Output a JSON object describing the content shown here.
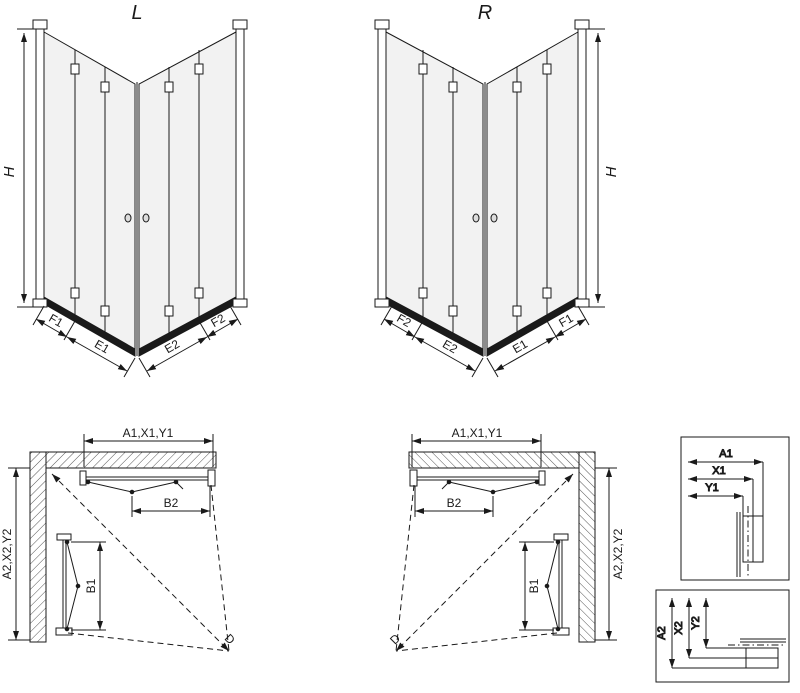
{
  "colors": {
    "line": "#1a1a1a",
    "glass": "#f2f2f2",
    "background": "#ffffff"
  },
  "iso_views": {
    "left": {
      "label": "L",
      "height_dim": "H",
      "bottom_dims": [
        "F1",
        "E1",
        "E2",
        "F2"
      ]
    },
    "right": {
      "label": "R",
      "height_dim": "H",
      "bottom_dims": [
        "F2",
        "E2",
        "E1",
        "F1"
      ]
    }
  },
  "plan_views": {
    "left": {
      "width_dim": "A1,X1,Y1",
      "depth_dim": "A2,X2,Y2",
      "door_width_dim": "B2",
      "door_depth_dim": "B1",
      "diagonal_dim": "D"
    },
    "right": {
      "width_dim": "A1,X1,Y1",
      "depth_dim": "A2,X2,Y2",
      "door_width_dim": "B2",
      "door_depth_dim": "B1",
      "diagonal_dim": "D"
    }
  },
  "detail_views": {
    "width_profile": {
      "dims": [
        "A1",
        "X1",
        "Y1"
      ]
    },
    "depth_profile": {
      "dims": [
        "A2",
        "X2",
        "Y2"
      ]
    }
  }
}
